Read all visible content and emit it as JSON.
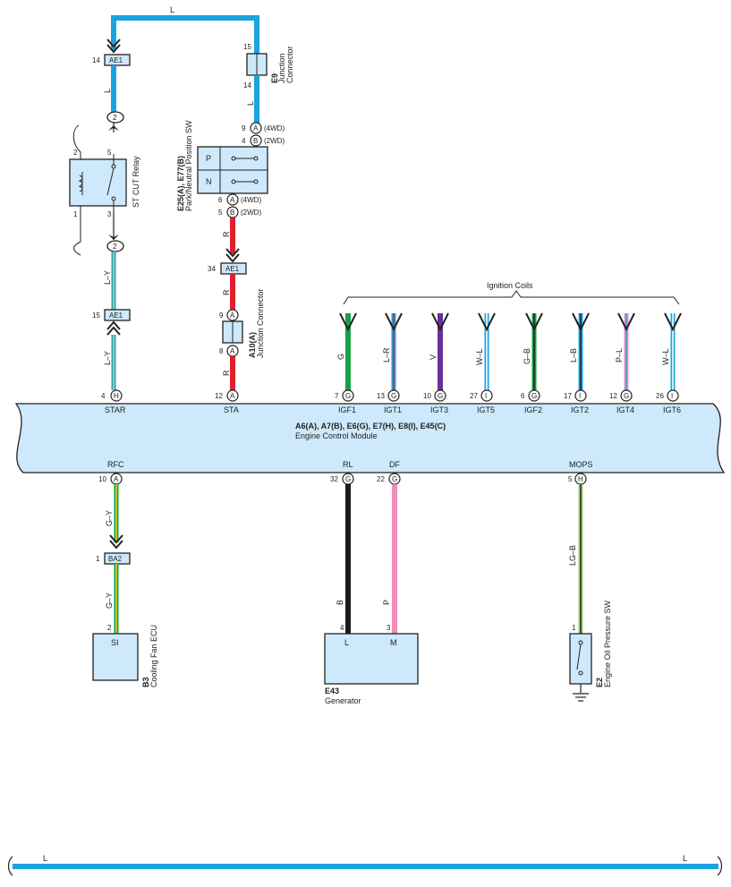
{
  "wires": {
    "top_color": "L",
    "ae1_to_relay_color": "L",
    "e9_to_sw_color": "L",
    "relay_to_ecm_color": "L–Y",
    "relay_to_ecm_color2": "L–Y",
    "sw_to_ae1_color": "R",
    "ae1_to_a10_color": "R",
    "a10_to_ecm_color": "R",
    "rfc_to_ba2_color": "G–Y",
    "ba2_to_b3_color": "G–Y",
    "rl_color": "B",
    "df_color": "P",
    "mops_color": "LG–B",
    "bottom_left": "L",
    "bottom_right": "L"
  },
  "connectors": {
    "ae1_top": {
      "label": "AE1",
      "pin": "14"
    },
    "ae1_mid": {
      "label": "AE1",
      "pin": "34"
    },
    "ae1_low": {
      "label": "AE1",
      "pin": "15"
    },
    "ba2": {
      "label": "BA2",
      "pin": "1"
    }
  },
  "junction_e9": {
    "code": "E9",
    "name_line1": "Junction",
    "name_line2": "Connector",
    "pin_top": "15",
    "pin_bottom": "14"
  },
  "relay": {
    "name": "ST CUT Relay",
    "pin_2": "2",
    "pin_5": "5",
    "pin_1": "1",
    "pin_3": "3",
    "conn_top": "2",
    "conn_bottom": "2"
  },
  "pnp_switch": {
    "code": "E25(A), E77(B)",
    "name": "Park/Neutral Position SW",
    "p_label": "P",
    "n_label": "N",
    "top_pin_a": "9",
    "top_letter_a": "A",
    "top_note_a": "(4WD)",
    "top_pin_b": "4",
    "top_letter_b": "B",
    "top_note_b": "(2WD)",
    "bot_pin_a": "6",
    "bot_letter_a": "A",
    "bot_note_a": "(4WD)",
    "bot_pin_b": "5",
    "bot_letter_b": "B",
    "bot_note_b": "(2WD)"
  },
  "junction_a10": {
    "code": "A10(A)",
    "name": "Junction Connector",
    "pin_top": "9",
    "letter_top": "A",
    "pin_bottom": "8",
    "letter_bottom": "A"
  },
  "ignition_coils": {
    "title": "Ignition Coils"
  },
  "ecm": {
    "code": "A6(A), A7(B), E6(G), E7(H), E8(I), E45(C)",
    "name": "Engine Control Module",
    "top_pins": [
      {
        "num": "4",
        "letter": "H",
        "name": "STAR"
      },
      {
        "num": "12",
        "letter": "A",
        "name": "STA"
      },
      {
        "num": "7",
        "letter": "G",
        "name": "IGF1",
        "wire": "G"
      },
      {
        "num": "13",
        "letter": "G",
        "name": "IGT1",
        "wire": "L–R"
      },
      {
        "num": "10",
        "letter": "G",
        "name": "IGT3",
        "wire": "V"
      },
      {
        "num": "27",
        "letter": "I",
        "name": "IGT5",
        "wire": "W–L"
      },
      {
        "num": "6",
        "letter": "G",
        "name": "IGF2",
        "wire": "G–B"
      },
      {
        "num": "17",
        "letter": "I",
        "name": "IGT2",
        "wire": "L–B"
      },
      {
        "num": "12",
        "letter": "G",
        "name": "IGT4",
        "wire": "P–L"
      },
      {
        "num": "26",
        "letter": "I",
        "name": "IGT6",
        "wire": "W–L"
      }
    ],
    "bottom_pins": [
      {
        "num": "10",
        "letter": "A",
        "name": "RFC"
      },
      {
        "num": "32",
        "letter": "G",
        "name": "RL"
      },
      {
        "num": "22",
        "letter": "G",
        "name": "DF"
      },
      {
        "num": "5",
        "letter": "H",
        "name": "MOPS"
      }
    ]
  },
  "cooling_fan_ecu": {
    "code": "B3",
    "name": "Cooling Fan ECU",
    "pin": "2",
    "terminal": "SI"
  },
  "generator": {
    "code": "E43",
    "name": "Generator",
    "pin_l": "4",
    "pin_m": "3",
    "term_l": "L",
    "term_m": "M"
  },
  "oil_sw": {
    "code": "E2",
    "name": "Engine Oil Pressure SW",
    "pin": "1"
  },
  "colors": {
    "wire_blue": "#1aa3e0",
    "wire_red": "#e02030",
    "wire_green": "#16a04a",
    "wire_violet": "#6a2f9a",
    "wire_black": "#1b1b1b",
    "wire_pink": "#f08cba",
    "ecm_fill": "#cde9fb"
  }
}
